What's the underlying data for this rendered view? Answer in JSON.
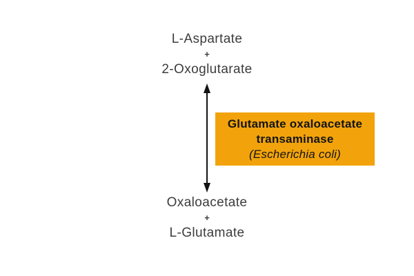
{
  "reaction": {
    "substrates": {
      "compound1": "L-Aspartate",
      "plus": "+",
      "compound2": "2-Oxoglutarate"
    },
    "enzyme": {
      "name_line1": "Glutamate oxaloacetate",
      "name_line2": "transaminase",
      "organism": "(Escherichia coli)"
    },
    "products": {
      "compound1": "Oxaloacetate",
      "plus": "+",
      "compound2": "L-Glutamate"
    },
    "arrow": {
      "type": "double-headed-vertical"
    },
    "colors": {
      "background": "#ffffff",
      "compound_text": "#3c3c3c",
      "enzyme_box_bg": "#f2a30b",
      "enzyme_text": "#141414",
      "arrow": "#121212"
    }
  }
}
